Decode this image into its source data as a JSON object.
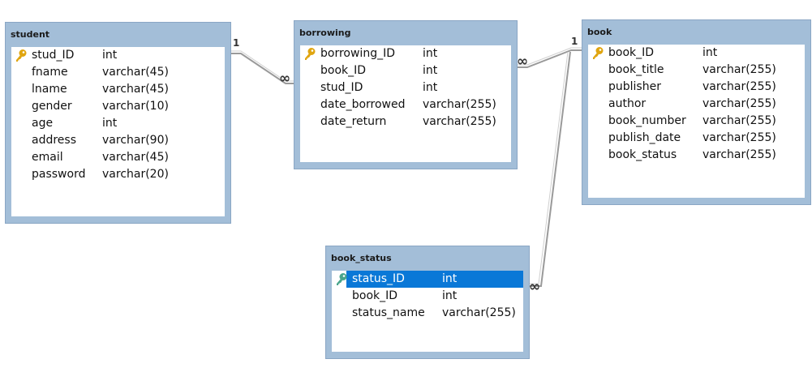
{
  "tables": {
    "student": {
      "title": "student",
      "fields": [
        {
          "name": "stud_ID",
          "type": "int",
          "key": true
        },
        {
          "name": "fname",
          "type": "varchar(45)"
        },
        {
          "name": "lname",
          "type": "varchar(45)"
        },
        {
          "name": "gender",
          "type": "varchar(10)"
        },
        {
          "name": "age",
          "type": "int"
        },
        {
          "name": "address",
          "type": "varchar(90)"
        },
        {
          "name": "email",
          "type": "varchar(45)"
        },
        {
          "name": "password",
          "type": "varchar(20)"
        }
      ]
    },
    "borrowing": {
      "title": "borrowing",
      "fields": [
        {
          "name": "borrowing_ID",
          "type": "int",
          "key": true
        },
        {
          "name": "book_ID",
          "type": "int"
        },
        {
          "name": "stud_ID",
          "type": "int"
        },
        {
          "name": "date_borrowed",
          "type": "varchar(255)"
        },
        {
          "name": "date_return",
          "type": "varchar(255)"
        }
      ]
    },
    "book": {
      "title": "book",
      "fields": [
        {
          "name": "book_ID",
          "type": "int",
          "key": true
        },
        {
          "name": "book_title",
          "type": "varchar(255)"
        },
        {
          "name": "publisher",
          "type": "varchar(255)"
        },
        {
          "name": "author",
          "type": "varchar(255)"
        },
        {
          "name": "book_number",
          "type": "varchar(255)"
        },
        {
          "name": "publish_date",
          "type": "varchar(255)"
        },
        {
          "name": "book_status",
          "type": "varchar(255)"
        }
      ]
    },
    "book_status": {
      "title": "book_status",
      "fields": [
        {
          "name": "status_ID",
          "type": "int",
          "key": true,
          "selected": true
        },
        {
          "name": "book_ID",
          "type": "int"
        },
        {
          "name": "status_name",
          "type": "varchar(255)"
        }
      ]
    }
  },
  "relationships": [
    {
      "from": "student",
      "to": "borrowing",
      "from_card": "1",
      "to_card": "∞"
    },
    {
      "from": "book",
      "to": "borrowing",
      "from_card": "1",
      "to_card": "∞"
    },
    {
      "from": "book",
      "to": "book_status",
      "from_card": "1",
      "to_card": "∞"
    }
  ],
  "colors": {
    "frame": "#a3bed8",
    "selected": "#0a78d7",
    "key": "#e0a50f",
    "key_selected": "#4aa58c",
    "line": "#9a9a9a"
  }
}
